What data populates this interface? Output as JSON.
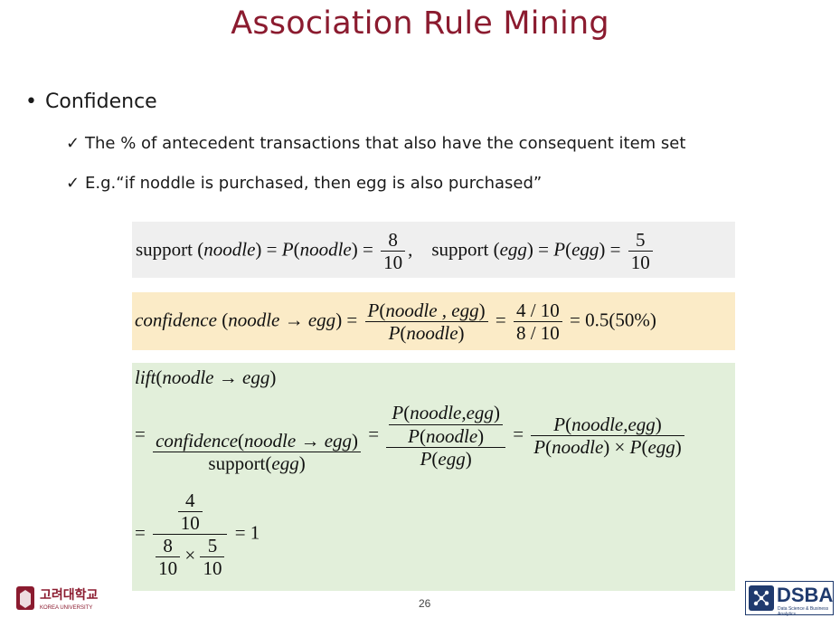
{
  "slide": {
    "title": "Association Rule Mining",
    "bullet": "Confidence",
    "checks": [
      "The % of antecedent transactions that also have the consequent item set",
      "E.g.“if noddle is purchased, then egg is also purchased”"
    ],
    "page_number": "26"
  },
  "formulas": {
    "support_label": "support",
    "confidence_label": "confidence",
    "lift_label": "lift",
    "noodle": "noodle",
    "egg": "egg",
    "noodle_comma_egg": "noodle , egg",
    "noodle_comma_egg_tight": "noodle,egg",
    "support_noodle_num": "8",
    "support_noodle_den": "10",
    "support_egg_num": "5",
    "support_egg_den": "10",
    "conf_num": "4 / 10",
    "conf_den": "8 / 10",
    "conf_result": "0.5(50%)",
    "lift_num": "4",
    "lift_den": "10",
    "lift_d1_num": "8",
    "lift_d1_den": "10",
    "lift_d2_num": "5",
    "lift_d2_den": "10",
    "lift_result": "1"
  },
  "footer": {
    "university_korean": "고려대학교",
    "university_english": "KOREA UNIVERSITY",
    "lab_name": "DSBA",
    "lab_subtitle": "Data Science & Business Analytics"
  },
  "colors": {
    "title": "#8b1b2f",
    "box_support": "#efefef",
    "box_confidence": "#fbebc7",
    "box_lift": "#e2efda",
    "dsba_blue": "#1f3a6e"
  }
}
